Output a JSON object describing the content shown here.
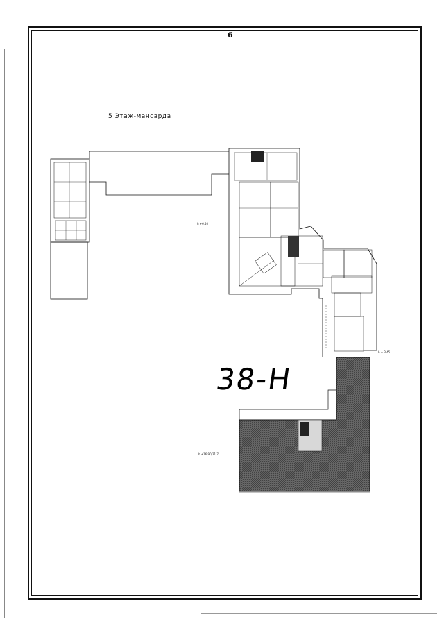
{
  "page": {
    "number": "6",
    "floor_title": "5 Этаж-мансарда",
    "unit_label": "38-Н"
  },
  "annotations": {
    "elevation_left": "h +6.40",
    "elevation_right": "h + 3.45",
    "elevation_bottom": "h +16.90/21.7"
  },
  "colors": {
    "line": "#111111",
    "hatch_fill": "#5a5a5a",
    "hatch_dark": "#2a2a2a"
  }
}
